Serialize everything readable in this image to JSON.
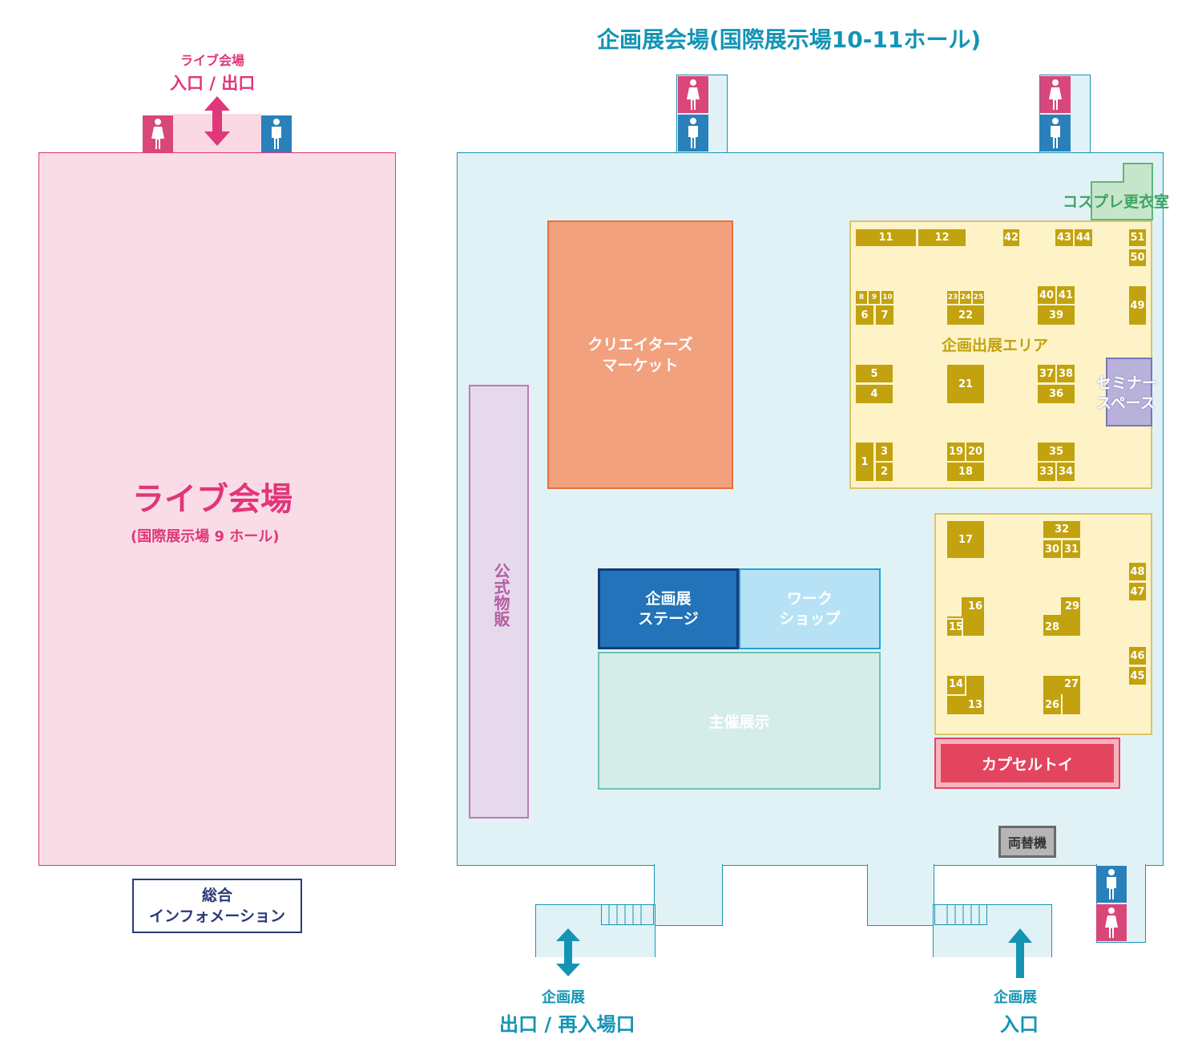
{
  "title": "企画展会場(国際展示場10-11ホール)",
  "live": {
    "entrance_top": "ライブ会場",
    "entrance_bottom": "入口 / 出口",
    "name": "ライブ会場",
    "sub": "(国際展示場 9 ホール)"
  },
  "info": {
    "line1": "総合",
    "line2": "インフォメーション"
  },
  "areas": {
    "creators_market": [
      "クリエイターズ",
      "マーケット"
    ],
    "official_goods": "公式物販",
    "stage": [
      "企画展",
      "ステージ"
    ],
    "workshop": [
      "ワーク",
      "ショップ"
    ],
    "organizer": "主催展示",
    "exhibit_area": "企画出展エリア",
    "seminar": [
      "セミナー",
      "スペース"
    ],
    "cosplay": "コスプレ更衣室",
    "capsule": "カプセルトイ",
    "exchange": "両替機"
  },
  "exits": {
    "left_top": "企画展",
    "left_bottom": "出口 / 再入場口",
    "right_top": "企画展",
    "right_bottom": "入口"
  },
  "booths": [
    "1",
    "2",
    "3",
    "4",
    "5",
    "6",
    "7",
    "8",
    "9",
    "10",
    "11",
    "12",
    "13",
    "14",
    "15",
    "16",
    "17",
    "18",
    "19",
    "20",
    "21",
    "22",
    "23",
    "24",
    "25",
    "26",
    "27",
    "28",
    "29",
    "30",
    "31",
    "32",
    "33",
    "34",
    "35",
    "36",
    "37",
    "38",
    "39",
    "40",
    "41",
    "42",
    "43",
    "44",
    "45",
    "46",
    "47",
    "48",
    "49",
    "50",
    "51"
  ],
  "colors": {
    "pink_accent": "#e0367a",
    "teal_accent": "#1494b4",
    "booth_gold": "#c2a20e",
    "capsule_red": "#e4455e"
  }
}
